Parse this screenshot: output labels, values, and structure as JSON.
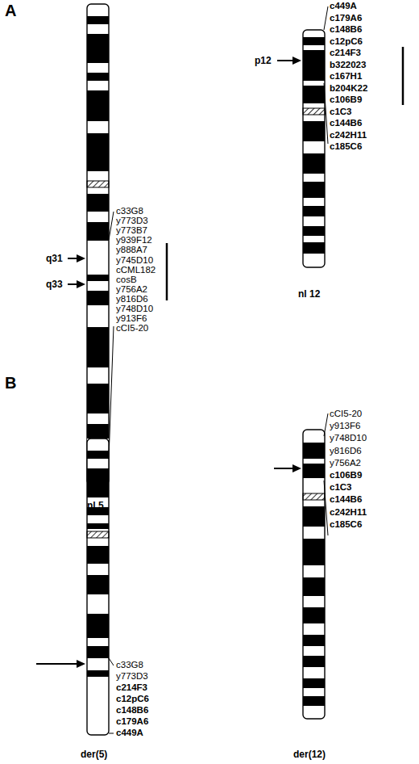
{
  "diagram": {
    "labels": [
      "A",
      "c33G8",
      "y773D3",
      "y773B7",
      "y939F12",
      "y888A7",
      "y745D10",
      "cCML182",
      "cosB",
      "y756A2",
      "y816D6",
      "y748D10",
      "y913F6",
      "cCI5-20",
      "q31",
      "q33",
      "nl 5",
      "c449A",
      "c179A6",
      "c148B6",
      "c12pC6",
      "c214F3",
      "b322023",
      "c167H1",
      "b204K22",
      "c106B9",
      "c1C3",
      "c144B6",
      "c242H11",
      "c185C6",
      "p12",
      "nl 12",
      "B",
      "c33G8",
      "y773D3",
      "c214F3",
      "c12pC6",
      "c148B6",
      "c179A6",
      "c449A",
      "der(5)",
      "cCI5-20",
      "y913F6",
      "y748D10",
      "y816D6",
      "y756A2",
      "c106B9",
      "c1C3",
      "c144B6",
      "c242H11",
      "c185C6",
      "der(12)"
    ]
  }
}
